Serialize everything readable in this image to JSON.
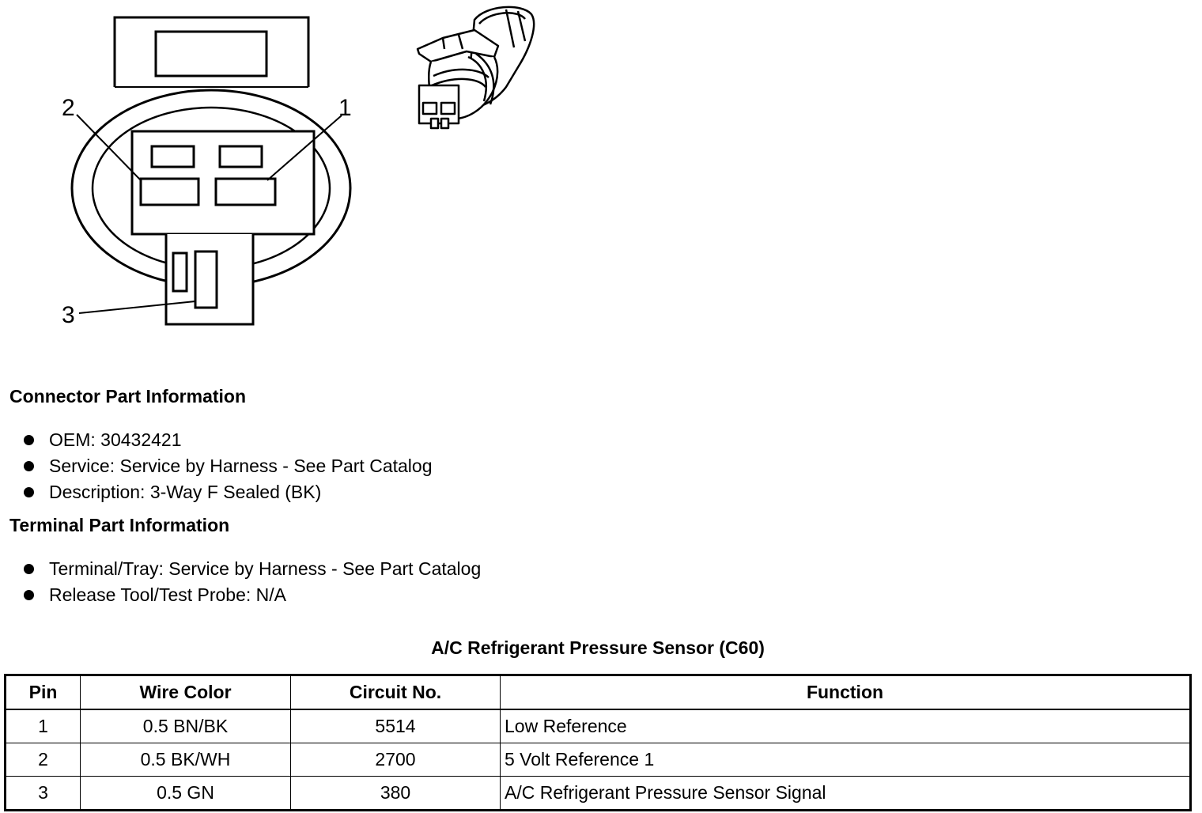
{
  "diagram": {
    "pin_labels": [
      "2",
      "1",
      "3"
    ]
  },
  "connector_info": {
    "heading": "Connector Part Information",
    "items": [
      "OEM: 30432421",
      "Service: Service by Harness - See Part Catalog",
      "Description: 3-Way F Sealed (BK)"
    ]
  },
  "terminal_info": {
    "heading": "Terminal Part Information",
    "items": [
      "Terminal/Tray: Service by Harness - See Part Catalog",
      "Release Tool/Test Probe: N/A"
    ]
  },
  "pin_table": {
    "title": "A/C Refrigerant Pressure Sensor (C60)",
    "headers": [
      "Pin",
      "Wire Color",
      "Circuit No.",
      "Function"
    ],
    "rows": [
      [
        "1",
        "0.5 BN/BK",
        "5514",
        "Low Reference"
      ],
      [
        "2",
        "0.5 BK/WH",
        "2700",
        "5 Volt Reference 1"
      ],
      [
        "3",
        "0.5 GN",
        "380",
        "A/C Refrigerant Pressure Sensor Signal"
      ]
    ]
  }
}
